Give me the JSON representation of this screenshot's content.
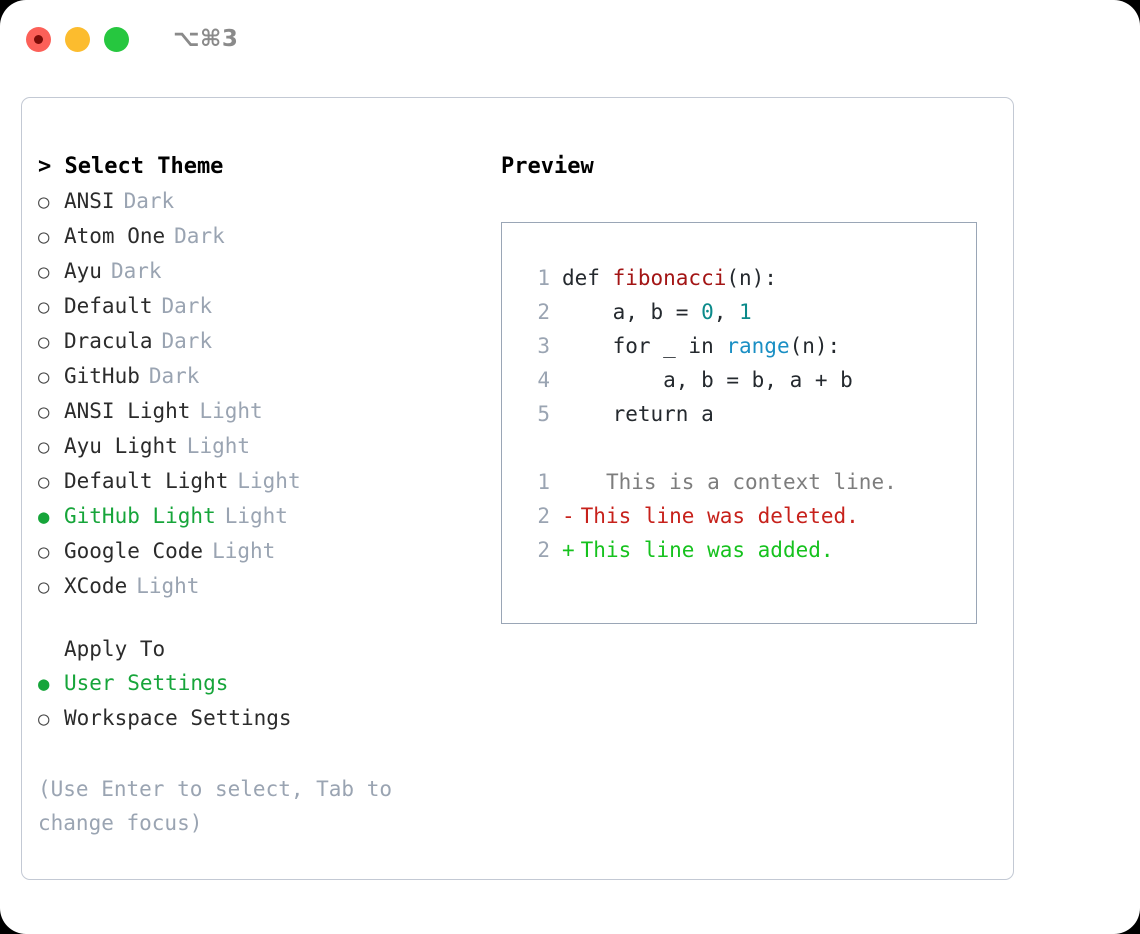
{
  "titlebar": {
    "shortcut": "⌥⌘3",
    "lights": [
      "close-red",
      "minimize-yellow",
      "maximize-green"
    ]
  },
  "theme_picker": {
    "header": "> Select Theme",
    "header_prompt": ">",
    "options": [
      {
        "bullet": "○",
        "label": "ANSI",
        "tag": "Dark",
        "selected": false
      },
      {
        "bullet": "○",
        "label": "Atom One",
        "tag": "Dark",
        "selected": false
      },
      {
        "bullet": "○",
        "label": "Ayu",
        "tag": "Dark",
        "selected": false
      },
      {
        "bullet": "○",
        "label": "Default",
        "tag": "Dark",
        "selected": false
      },
      {
        "bullet": "○",
        "label": "Dracula",
        "tag": "Dark",
        "selected": false
      },
      {
        "bullet": "○",
        "label": "GitHub",
        "tag": "Dark",
        "selected": false
      },
      {
        "bullet": "○",
        "label": "ANSI Light",
        "tag": "Light",
        "selected": false
      },
      {
        "bullet": "○",
        "label": "Ayu Light",
        "tag": "Light",
        "selected": false
      },
      {
        "bullet": "○",
        "label": "Default Light",
        "tag": "Light",
        "selected": false
      },
      {
        "bullet": "●",
        "label": "GitHub Light",
        "tag": "Light",
        "selected": true
      },
      {
        "bullet": "○",
        "label": "Google Code",
        "tag": "Light",
        "selected": false
      },
      {
        "bullet": "○",
        "label": "XCode",
        "tag": "Light",
        "selected": false
      }
    ]
  },
  "apply_to": {
    "header": "Apply To",
    "options": [
      {
        "bullet": "●",
        "label": "User Settings",
        "selected": true
      },
      {
        "bullet": "○",
        "label": "Workspace Settings",
        "selected": false
      }
    ]
  },
  "hint": "(Use Enter to select, Tab to change focus)",
  "preview": {
    "header": "Preview",
    "code_lines": [
      {
        "no": "1",
        "segments": [
          {
            "text": "def ",
            "kind": "plain"
          },
          {
            "text": "fibonacci",
            "kind": "func"
          },
          {
            "text": "(n):",
            "kind": "plain"
          }
        ]
      },
      {
        "no": "2",
        "segments": [
          {
            "text": "    a, b = ",
            "kind": "plain"
          },
          {
            "text": "0",
            "kind": "num"
          },
          {
            "text": ", ",
            "kind": "plain"
          },
          {
            "text": "1",
            "kind": "num"
          }
        ]
      },
      {
        "no": "3",
        "segments": [
          {
            "text": "    for _ in ",
            "kind": "plain"
          },
          {
            "text": "range",
            "kind": "call"
          },
          {
            "text": "(n):",
            "kind": "plain"
          }
        ]
      },
      {
        "no": "4",
        "segments": [
          {
            "text": "        a, b = b, a + b",
            "kind": "plain"
          }
        ]
      },
      {
        "no": "5",
        "segments": [
          {
            "text": "    return a",
            "kind": "plain"
          }
        ]
      }
    ],
    "diff_lines": [
      {
        "no": "1",
        "marker": " ",
        "text": "  This is a context line.",
        "kind": "ctx"
      },
      {
        "no": "2",
        "marker": "-",
        "text": "This line was deleted.",
        "kind": "del"
      },
      {
        "no": "2",
        "marker": "+",
        "text": "This line was added.",
        "kind": "add"
      }
    ]
  },
  "colors": {
    "accent_green": "#16a53a",
    "muted_gray": "#9aa4b2",
    "diff_add": "#16c21e",
    "diff_del": "#c7211b",
    "token_func": "#a31515",
    "token_num": "#0b8a8a",
    "token_call": "#1a8fc4",
    "panel_border": "#c3c9d4",
    "preview_border": "#9aa6b6"
  }
}
